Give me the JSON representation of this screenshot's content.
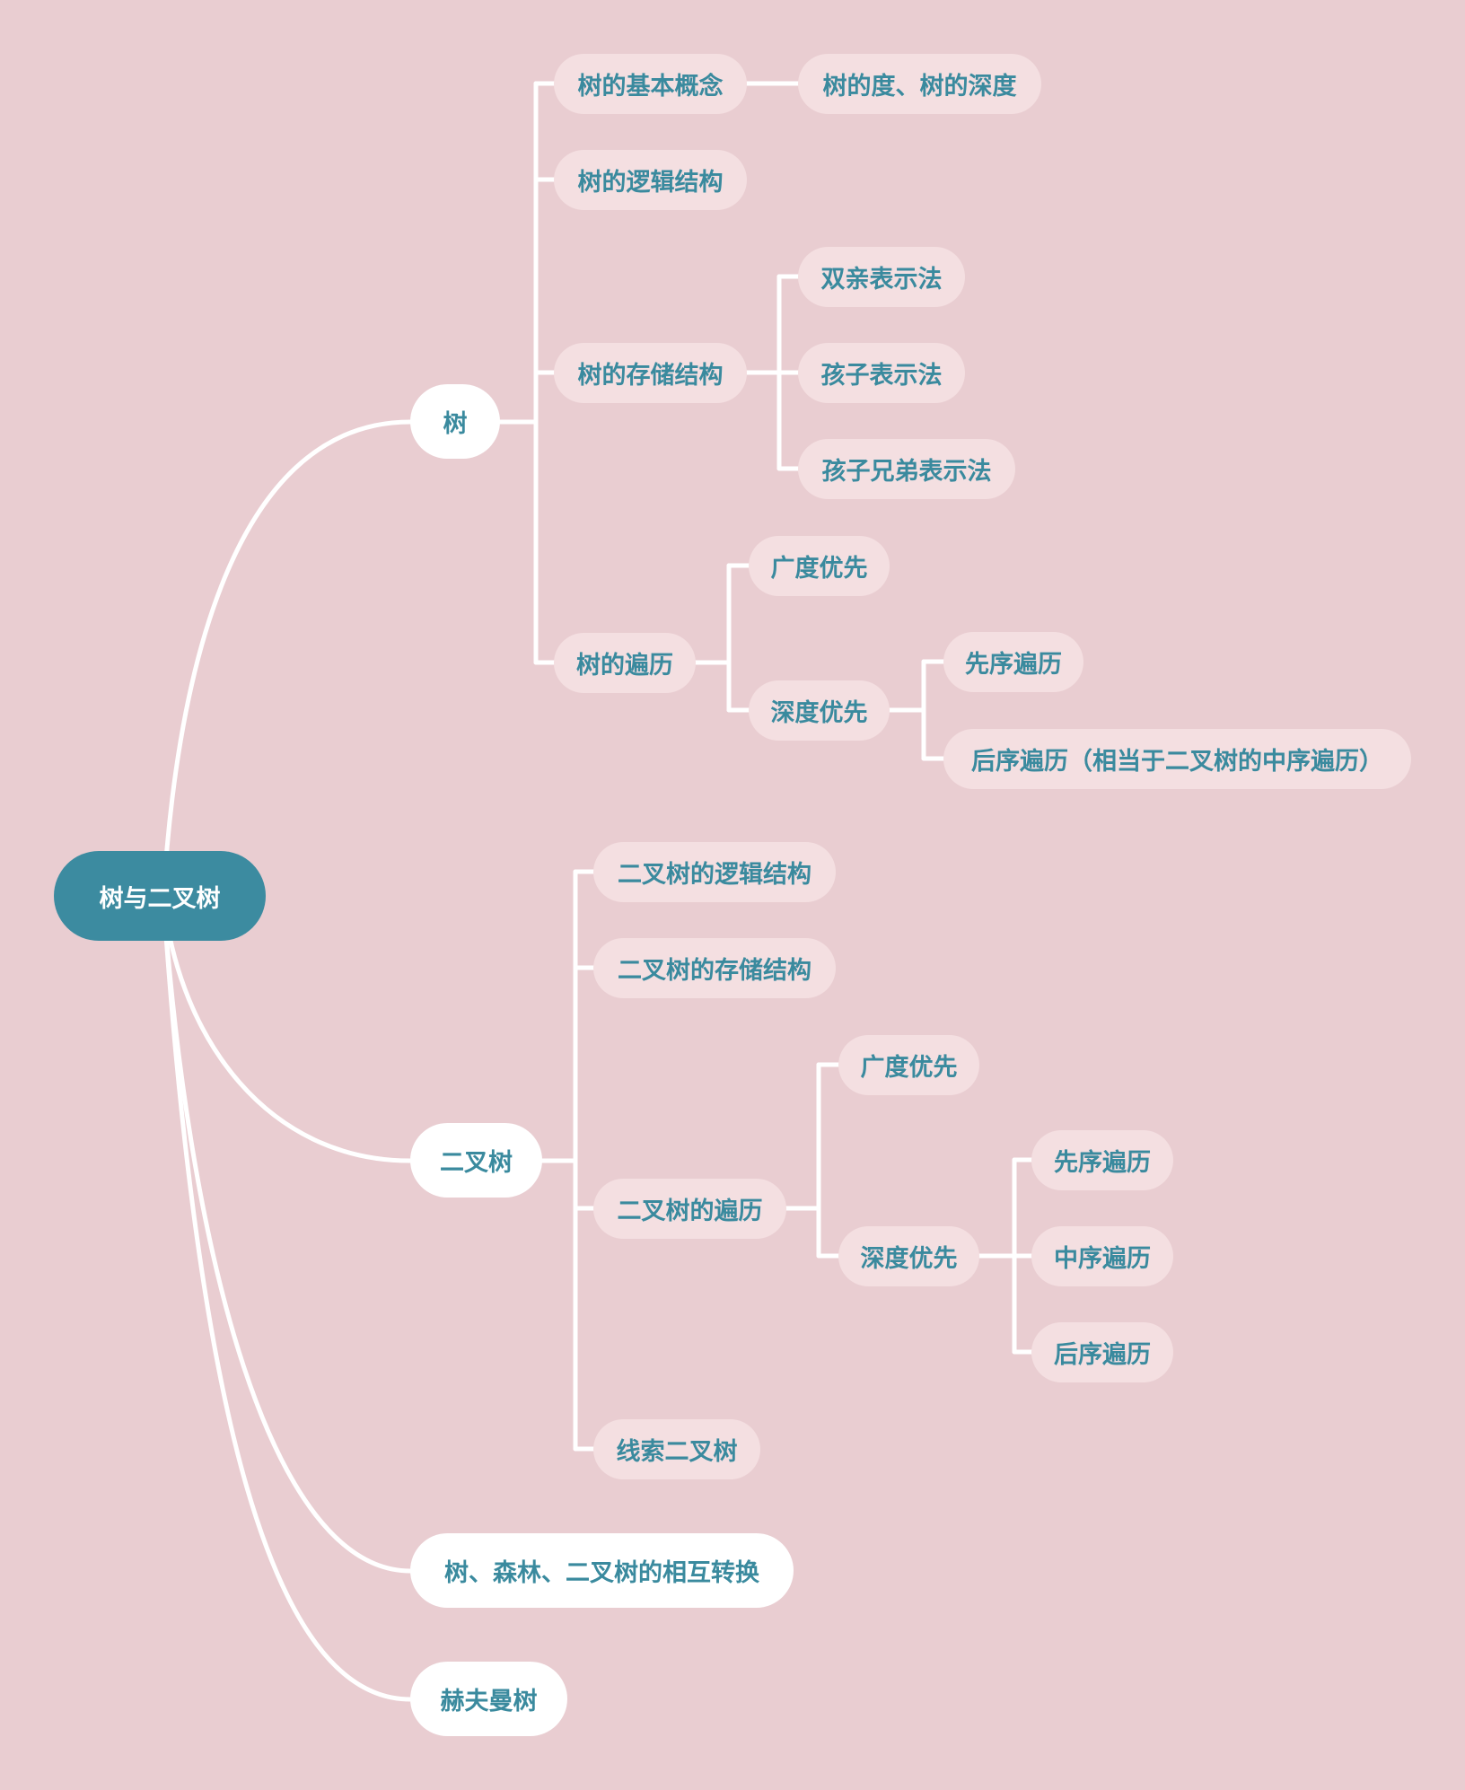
{
  "theme": {
    "background": "#e9cdd1",
    "root_fill": "#3c8ba0",
    "text": "#3a8a9e",
    "connector": "#ffffff",
    "pill_light": "#f4dfe1",
    "pill_white": "#ffffff"
  },
  "root": {
    "label": "树与二叉树"
  },
  "tree": {
    "label": "树",
    "basic": {
      "label": "树的基本概念",
      "degree_depth": "树的度、树的深度"
    },
    "logical": "树的逻辑结构",
    "storage": {
      "label": "树的存储结构",
      "parent_repr": "双亲表示法",
      "child_repr": "孩子表示法",
      "child_sibling_repr": "孩子兄弟表示法"
    },
    "traversal": {
      "label": "树的遍历",
      "bfs": "广度优先",
      "dfs": {
        "label": "深度优先",
        "preorder": "先序遍历",
        "postorder": "后序遍历（相当于二叉树的中序遍历）"
      }
    }
  },
  "binary_tree": {
    "label": "二叉树",
    "logical": "二叉树的逻辑结构",
    "storage": "二叉树的存储结构",
    "traversal": {
      "label": "二叉树的遍历",
      "bfs": "广度优先",
      "dfs": {
        "label": "深度优先",
        "preorder": "先序遍历",
        "inorder": "中序遍历",
        "postorder": "后序遍历"
      }
    },
    "threaded": "线索二叉树"
  },
  "conversion": {
    "label": "树、森林、二叉树的相互转换"
  },
  "huffman": {
    "label": "赫夫曼树"
  }
}
